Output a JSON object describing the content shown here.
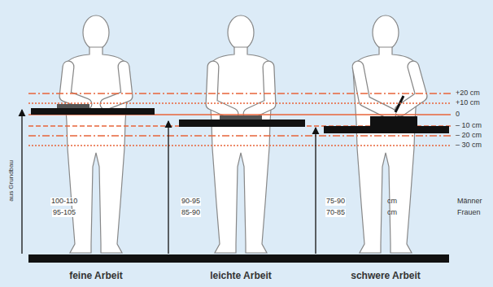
{
  "diagram": {
    "labels": [
      "+20 cm",
      "+10 cm",
      "0",
      "– 10 cm",
      "– 20 cm",
      "– 30 cm",
      "aus Grundbau",
      "100-110",
      "95-105",
      "90-95",
      "85-90",
      "75-90",
      "70-85",
      "cm",
      "cm",
      "Männer",
      "Frauen",
      "feine Arbeit",
      "leichte Arbeit",
      "schwere Arbeit"
    ]
  }
}
